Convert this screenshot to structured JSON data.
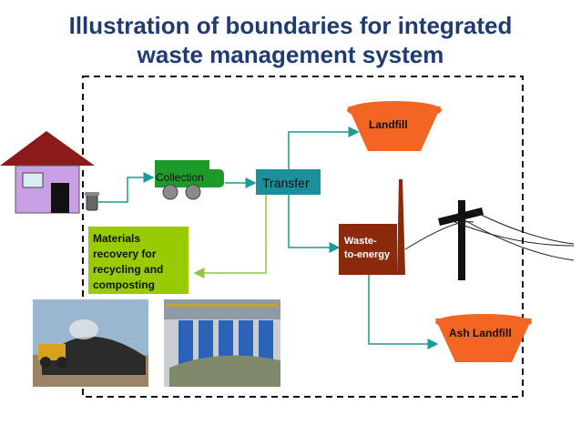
{
  "title": {
    "line1": "Illustration of boundaries for integrated",
    "line2": "waste management system"
  },
  "nodes": {
    "landfill": "Landfill",
    "collection": "Collection",
    "transfer": "Transfer",
    "mrf_line1": "Materials",
    "mrf_line2": "recovery for",
    "mrf_line3": "recycling and",
    "mrf_line4": "composting",
    "wte_line1": "Waste-",
    "wte_line2": "to-energy",
    "ash_landfill": "Ash Landfill"
  },
  "colors": {
    "title": "#1f3b73",
    "arrow": "#1a9a9a",
    "recovery_arrow": "#8dc63f",
    "landfill": "#f26522",
    "collection_truck": "#1e9a2a",
    "transfer": "#1b8f9a",
    "mrf": "#99cc00",
    "wte": "#8b2a0a"
  }
}
